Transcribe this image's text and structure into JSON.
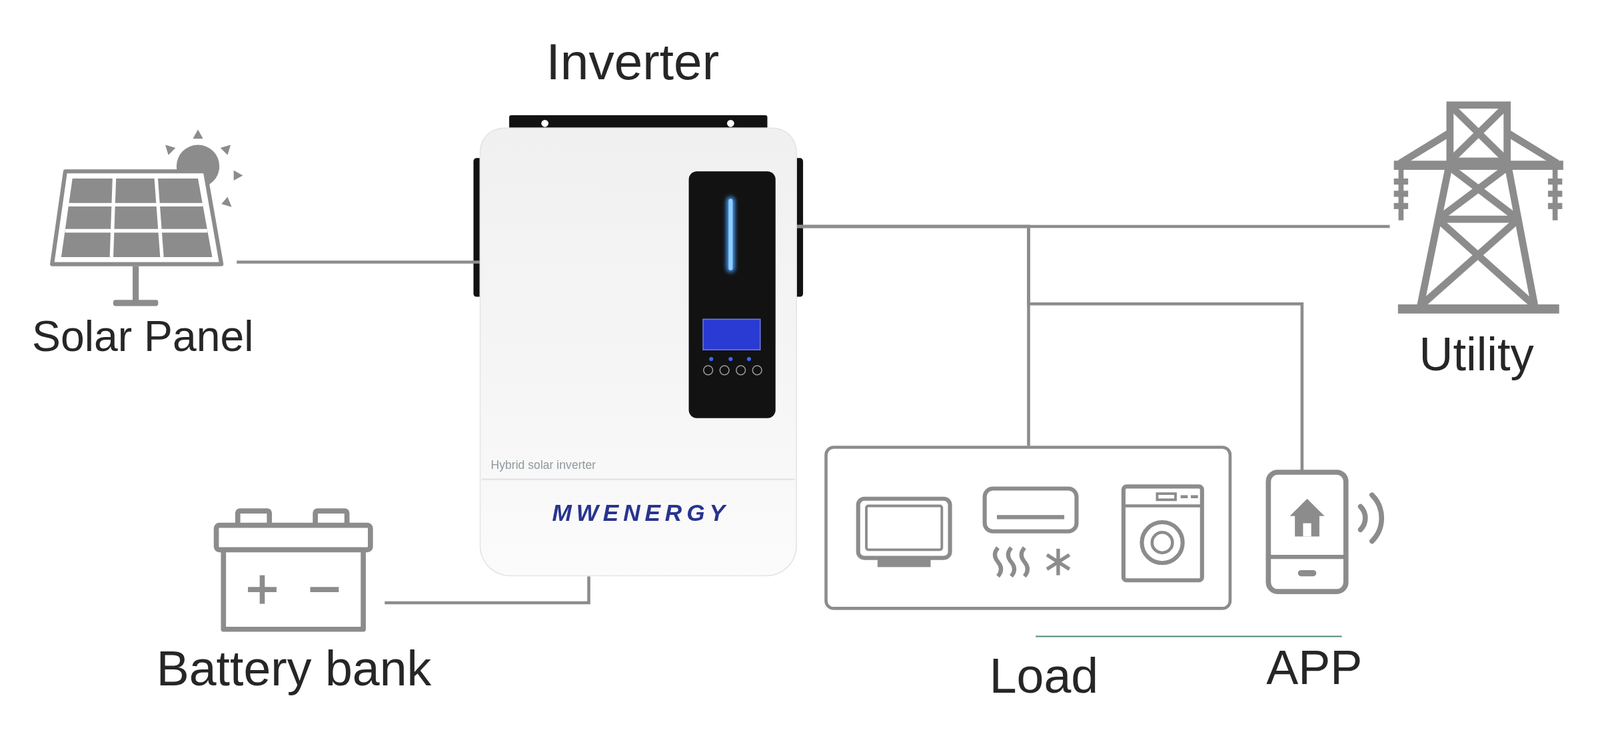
{
  "diagram": {
    "nodes": [
      {
        "text": [
          "Inverter",
          "Hybrid solar inverter",
          "MWENERGY"
        ]
      },
      {
        "text": [
          "Solar Panel"
        ]
      },
      {
        "text": [
          "Utility"
        ]
      },
      {
        "text": [
          "Battery bank"
        ]
      },
      {
        "text": [
          "Load"
        ]
      },
      {
        "text": [
          "APP"
        ]
      }
    ],
    "edges": [
      {
        "from": 1,
        "to": 0,
        "arrow": "none"
      },
      {
        "from": 3,
        "to": 0,
        "arrow": "none"
      },
      {
        "from": 0,
        "to": 2,
        "arrow": "none"
      },
      {
        "from": 0,
        "to": 4,
        "arrow": "none"
      },
      {
        "from": 0,
        "to": 5,
        "arrow": "none"
      }
    ]
  }
}
